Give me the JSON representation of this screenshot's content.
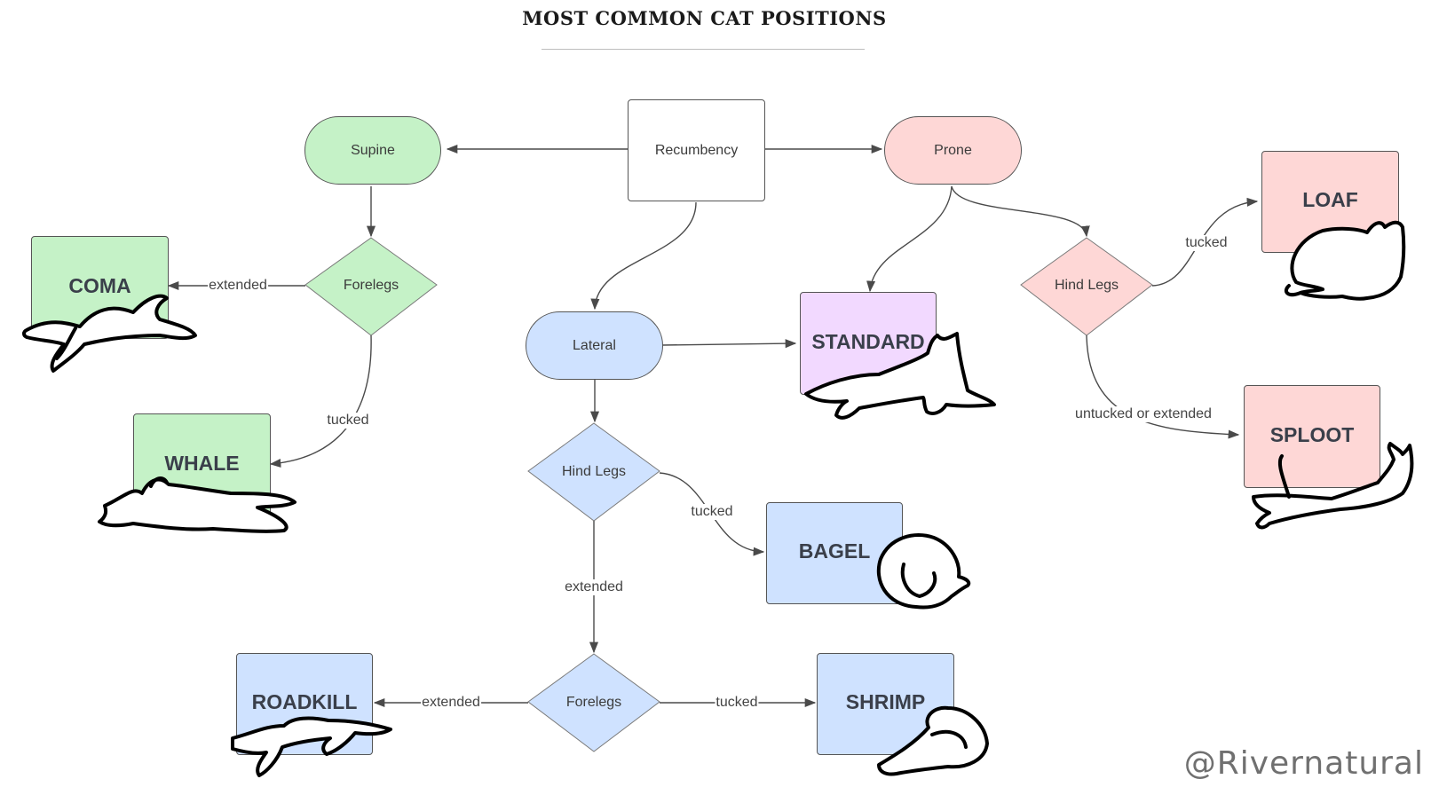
{
  "title": "MOST COMMON CAT POSITIONS",
  "nodes": {
    "recumbency": "Recumbency",
    "supine": "Supine",
    "prone": "Prone",
    "lateral": "Lateral",
    "forelegs_supine": "Forelegs",
    "hind_legs_prone": "Hind Legs",
    "hind_legs_lateral": "Hind Legs",
    "forelegs_lateral": "Forelegs",
    "coma": "COMA",
    "whale": "WHALE",
    "standard": "STANDARD",
    "loaf": "LOAF",
    "sploot": "SPLOOT",
    "bagel": "BAGEL",
    "roadkill": "ROADKILL",
    "shrimp": "SHRIMP"
  },
  "edge_labels": {
    "coma": "extended",
    "whale": "tucked",
    "loaf": "tucked",
    "sploot": "untucked or extended",
    "bagel": "tucked",
    "lateral_forelegs": "extended",
    "roadkill": "extended",
    "shrimp": "tucked"
  },
  "colors": {
    "supine": "#c5f2c7",
    "prone": "#fed7d6",
    "lateral": "#cfe2ff",
    "standard": "#f2d9ff",
    "edge": "#4a4a4a"
  },
  "watermark": "@Rivernatural"
}
